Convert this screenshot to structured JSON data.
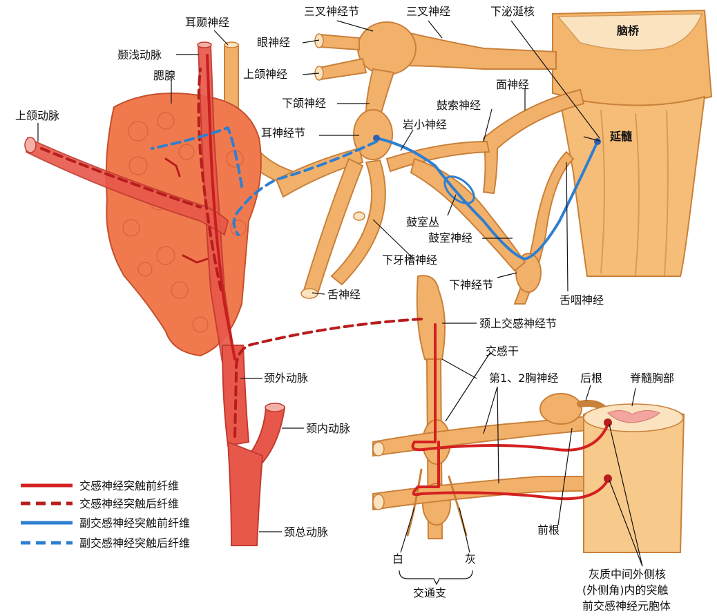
{
  "labels": {
    "ertongshenjing": "耳颞神经",
    "niequandongmai": "颞浅动脉",
    "saixian": "腮腺",
    "shanghedongmai": "上颌动脉",
    "sanchashenjingjie": "三叉神经节",
    "sanchashenjing": "三叉神经",
    "xiamixianhe": "下泌涎核",
    "naoqiao": "脑桥",
    "yanshenjing": "眼神经",
    "shanghashenjing": "上颌神经",
    "xiahashenjing": "下颌神经",
    "mianshenjing": "面神经",
    "gusuoshenjing": "鼓索神经",
    "ershenjingjie": "耳神经节",
    "yanxiaoshenjing": "岩小神经",
    "yansui": "延髓",
    "gushicong": "鼓室丛",
    "gushishenjing": "鼓室神经",
    "xiayacaoshenjing": "下牙槽神经",
    "xiashenjingjie": "下神经节",
    "sheshenjing": "舌神经",
    "sheyanshenjing": "舌咽神经",
    "jingshangjiaogan": "颈上交感神经节",
    "jiaogangan": "交感干",
    "jingwaidongmai": "颈外动脉",
    "di12xiongshenjing": "第1、2胸神经",
    "hougen": "后根",
    "jisuixiongbu": "脊髓胸部",
    "jingneidongmai": "颈内动脉",
    "qiangen": "前根",
    "jingzongdongmai": "颈总动脉",
    "bai": "白",
    "hui": "灰",
    "jiaotongzhi": "交通支",
    "huizhi_line1": "灰质中间外侧核",
    "huizhi_line2": "(外侧角)内的突触",
    "huizhi_line3": "前交感神经元胞体"
  },
  "legend": [
    {
      "label": "交感神经突触前纤维",
      "color": "#d42020",
      "style": "solid"
    },
    {
      "label": "交感神经突触后纤维",
      "color": "#b81c1c",
      "style": "dashed"
    },
    {
      "label": "副交感神经突触前纤维",
      "color": "#2f7fd0",
      "style": "solid"
    },
    {
      "label": "副交感神经突触后纤维",
      "color": "#2f7fd0",
      "style": "dashed"
    }
  ],
  "colors": {
    "nerve_fill": "#f2b16a",
    "nerve_edge": "#c9803a",
    "artery": "#e8584a",
    "artery_dark": "#c23a30",
    "gland": "#f07a4e",
    "brainstem": "#f5bd78",
    "spinal_cord": "#f7c98a",
    "gray_matter": "#f3a6a0"
  }
}
